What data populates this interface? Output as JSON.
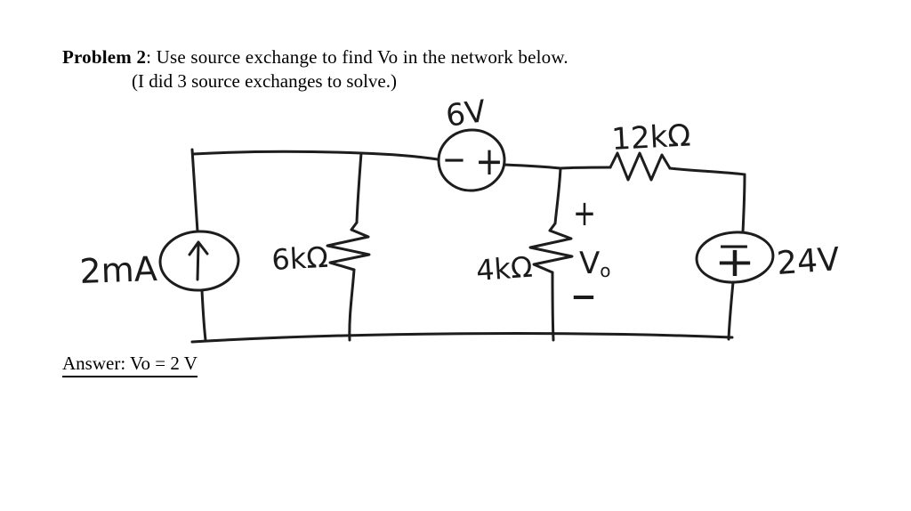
{
  "problem": {
    "label": "Problem 2",
    "statement": ": Use source exchange to find Vo in the network below.",
    "note": "(I did 3 source exchanges to solve.)"
  },
  "circuit": {
    "current_source": {
      "value": "2mA"
    },
    "resistor_6k": {
      "value": "6kΩ"
    },
    "voltage_source_6v": {
      "value": "6V",
      "minus": "−",
      "plus": "+"
    },
    "resistor_12k": {
      "value": "12kΩ"
    },
    "resistor_4k": {
      "value": "4kΩ"
    },
    "output": {
      "plus": "+",
      "name": "V",
      "sub": "o",
      "minus": "−"
    },
    "voltage_source_24v": {
      "value": "24V",
      "minus": "−",
      "plus": "+"
    }
  },
  "answer": {
    "text": "Answer: Vo = 2 V"
  },
  "colors": {
    "ink": "#1d1d1d",
    "paper": "#ffffff"
  }
}
